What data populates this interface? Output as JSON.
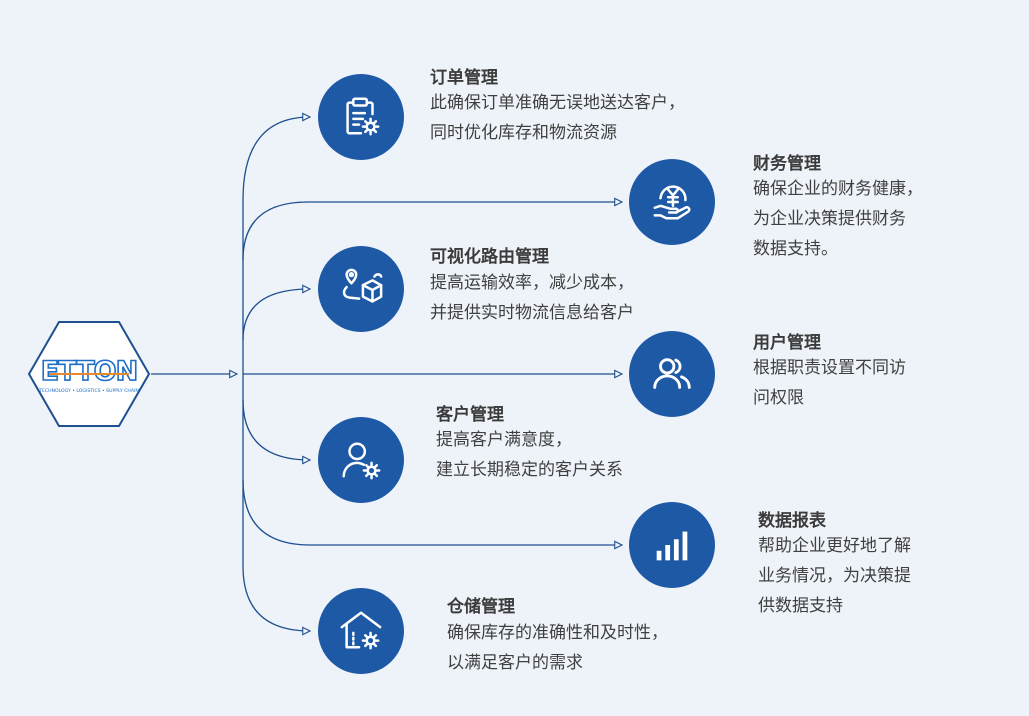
{
  "logo": {
    "text": "ETTON",
    "tagline": "TECHNOLOGY • LOGISTICS • SUPPLY CHAIN"
  },
  "colors": {
    "primary": "#1e59a6",
    "line": "#1e4f8f",
    "background": "#eef3fa"
  },
  "items": [
    {
      "id": "order",
      "icon": "clipboard-gear-icon",
      "title": "订单管理",
      "desc": "此确保订单准确无误地送达客户，\n同时优化库存和物流资源"
    },
    {
      "id": "finance",
      "icon": "yen-hand-icon",
      "title": "财务管理",
      "desc": "确保企业的财务健康，\n为企业决策提供财务\n数据支持。"
    },
    {
      "id": "route",
      "icon": "route-box-icon",
      "title": "可视化路由管理",
      "desc": "提高运输效率，减少成本，\n并提供实时物流信息给客户"
    },
    {
      "id": "user",
      "icon": "users-icon",
      "title": "用户管理",
      "desc": "根据职责设置不同访\n问权限"
    },
    {
      "id": "customer",
      "icon": "user-gear-icon",
      "title": "客户管理",
      "desc": "提高客户满意度，\n建立长期稳定的客户关系"
    },
    {
      "id": "report",
      "icon": "bar-chart-icon",
      "title": "数据报表",
      "desc": "帮助企业更好地了解\n业务情况，为决策提\n供数据支持"
    },
    {
      "id": "warehouse",
      "icon": "warehouse-gear-icon",
      "title": "仓储管理",
      "desc": "确保库存的准确性和及时性，\n以满足客户的需求"
    }
  ]
}
